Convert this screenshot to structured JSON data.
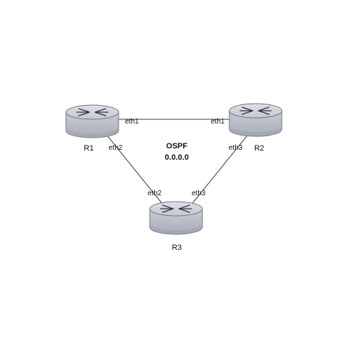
{
  "routers": [
    {
      "id": "r1",
      "label": "R1"
    },
    {
      "id": "r2",
      "label": "R2"
    },
    {
      "id": "r3",
      "label": "R3"
    }
  ],
  "links": [
    {
      "id": "r1-r2",
      "from": "R1",
      "to": "R2",
      "from_iface": "eth1",
      "to_iface": "eth1"
    },
    {
      "id": "r1-r3",
      "from": "R1",
      "to": "R3",
      "from_iface": "eth2",
      "to_iface": "eth2"
    },
    {
      "id": "r2-r3",
      "from": "R2",
      "to": "R3",
      "from_iface": "eth3",
      "to_iface": "eth3"
    }
  ],
  "area": {
    "protocol": "OSPF",
    "id": "0.0.0.0"
  }
}
